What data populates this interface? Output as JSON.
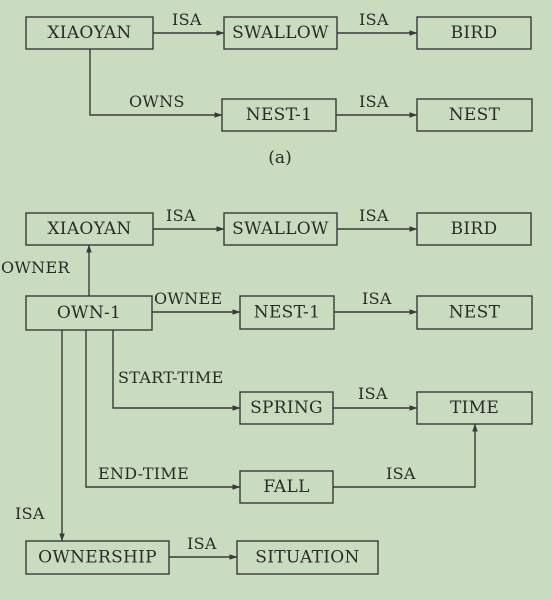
{
  "diagram_a": {
    "caption": "(a)",
    "nodes": {
      "xiaoyan": "XIAOYAN",
      "swallow": "SWALLOW",
      "bird": "BIRD",
      "nest1": "NEST-1",
      "nest": "NEST"
    },
    "edges": {
      "xiaoyan_swallow": "ISA",
      "swallow_bird": "ISA",
      "xiaoyan_nest1": "OWNS",
      "nest1_nest": "ISA"
    }
  },
  "diagram_b": {
    "nodes": {
      "xiaoyan": "XIAOYAN",
      "swallow": "SWALLOW",
      "bird": "BIRD",
      "own1": "OWN-1",
      "nest1": "NEST-1",
      "nest": "NEST",
      "spring": "SPRING",
      "time": "TIME",
      "fall": "FALL",
      "ownership": "OWNERSHIP",
      "situation": "SITUATION"
    },
    "edges": {
      "xiaoyan_swallow": "ISA",
      "swallow_bird": "ISA",
      "own1_xiaoyan": "OWNER",
      "own1_nest1": "OWNEE",
      "nest1_nest": "ISA",
      "own1_spring": "START-TIME",
      "spring_time": "ISA",
      "own1_fall": "END-TIME",
      "fall_time": "ISA",
      "own1_ownership": "ISA",
      "ownership_situation": "ISA"
    }
  }
}
